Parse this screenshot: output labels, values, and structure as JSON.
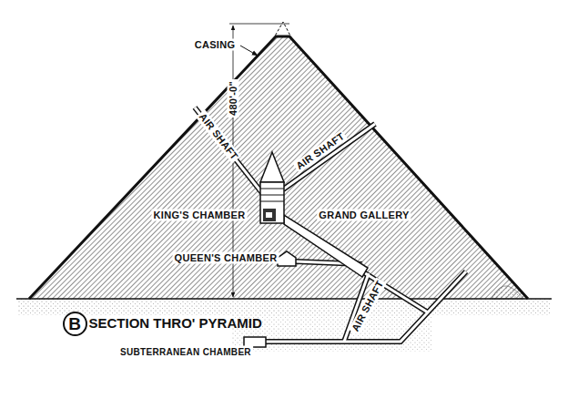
{
  "diagram": {
    "title": "SECTION THRO' PYRAMID",
    "nodes": [
      {
        "text": [
          "B"
        ]
      }
    ],
    "labels": [
      "CASING",
      "480'-0\"",
      "AIR SHAFT",
      "AIR SHAFT",
      "KING'S CHAMBER",
      "GRAND GALLERY",
      "QUEEN'S CHAMBER",
      "AIR SHAFT",
      "SUBTERRANEAN CHAMBER"
    ]
  }
}
